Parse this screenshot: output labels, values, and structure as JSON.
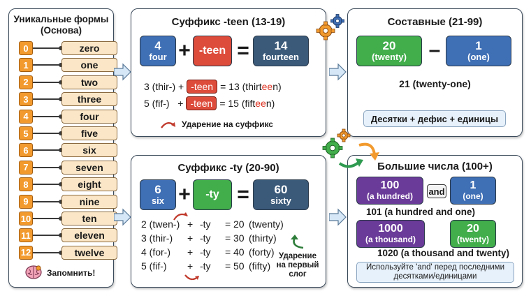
{
  "left_panel": {
    "title_line1": "Уникальные формы",
    "title_line2": "(Основа)",
    "numbers": [
      {
        "digit": "0",
        "word": "zero"
      },
      {
        "digit": "1",
        "word": "one"
      },
      {
        "digit": "2",
        "word": "two"
      },
      {
        "digit": "3",
        "word": "three"
      },
      {
        "digit": "4",
        "word": "four"
      },
      {
        "digit": "5",
        "word": "five"
      },
      {
        "digit": "6",
        "word": "six"
      },
      {
        "digit": "7",
        "word": "seven"
      },
      {
        "digit": "8",
        "word": "eight"
      },
      {
        "digit": "9",
        "word": "nine"
      },
      {
        "digit": "10",
        "word": "ten"
      },
      {
        "digit": "11",
        "word": "eleven"
      },
      {
        "digit": "12",
        "word": "twelve"
      }
    ],
    "remember": "Запомнить!"
  },
  "teen_panel": {
    "title": "Суффикс -teen (13-19)",
    "box1_num": "4",
    "box1_word": "four",
    "plus": "+",
    "box2": "-teen",
    "equals": "=",
    "box3_num": "14",
    "box3_word": "fourteen",
    "ex1_pre": "3 (thir-) +",
    "ex1_chip": "-teen",
    "ex1_post1": "= 13 (thirt",
    "ex1_hl": "ee",
    "ex1_post2": "n)",
    "ex2_pre": "5 (fif-)   +",
    "ex2_chip": "-teen",
    "ex2_post1": "= 15 (fift",
    "ex2_hl": "ee",
    "ex2_post2": "n)",
    "stress": "Ударение на суффикс"
  },
  "compound_panel": {
    "title": "Составные (21-99)",
    "box1_num": "20",
    "box1_word": "(twenty)",
    "minus": "–",
    "box2_num": "1",
    "box2_word": "(one)",
    "result": "21 (twenty-one)",
    "note": "Десятки + дефис + единицы"
  },
  "ty_panel": {
    "title": "Суффикс -ty (20-90)",
    "box1_num": "6",
    "box1_word": "six",
    "plus": "+",
    "box2": "-ty",
    "equals": "=",
    "box3_num": "60",
    "box3_word": "sixty",
    "rows": [
      [
        "2 (twen-)",
        "+",
        "-ty",
        "=",
        "20",
        "(twenty)"
      ],
      [
        "3 (thir-)",
        "+",
        "-ty",
        "=",
        "30",
        "(thirty)"
      ],
      [
        "4 (for-)",
        "+",
        "-ty",
        "=",
        "40",
        "(forty)"
      ],
      [
        "5 (fif-)",
        "+",
        "-ty",
        "=",
        "50",
        "(fifty)"
      ]
    ],
    "stress_line1": "Ударение",
    "stress_line2": "на первый",
    "stress_line3": "слог"
  },
  "big_panel": {
    "title": "Большие числа (100+)",
    "box1_num": "100",
    "box1_word": "(a hundred)",
    "and": "and",
    "box2_num": "1",
    "box2_word": "(one)",
    "result1": "101 (a hundred and one)",
    "box3_num": "1000",
    "box3_word": "(a thousand)",
    "box4_num": "20",
    "box4_word": "(twenty)",
    "result2": "1020 (a thousand and twenty)",
    "note_line1": "Используйте 'and' перед последними",
    "note_line2": "десятками/единицами"
  },
  "colors": {
    "blue": "#3f6fb5",
    "red": "#dd4b3a",
    "green": "#41ad4b",
    "slate": "#3b5a7a",
    "purple": "#6b3b99",
    "orange": "#f29a2e"
  }
}
